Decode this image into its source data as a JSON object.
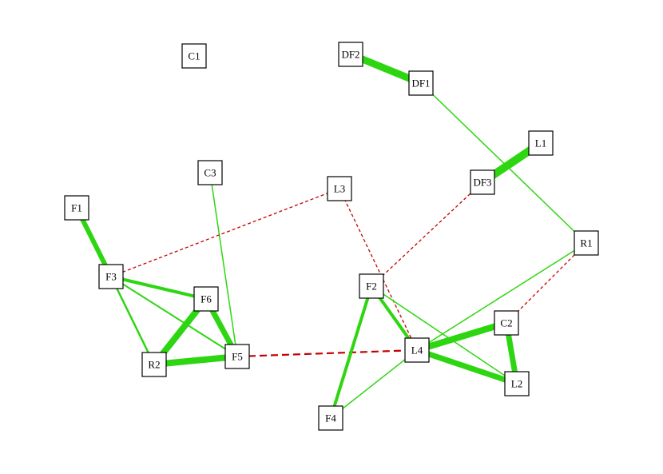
{
  "colors": {
    "positive_edge": "#2ed612",
    "negative_edge": "#c40000",
    "node_border": "#000000",
    "background": "#ffffff"
  },
  "graph": {
    "nodes": [
      {
        "id": "C1",
        "label": "C1"
      },
      {
        "id": "DF2",
        "label": "DF2"
      },
      {
        "id": "DF1",
        "label": "DF1"
      },
      {
        "id": "L1",
        "label": "L1"
      },
      {
        "id": "DF3",
        "label": "DF3"
      },
      {
        "id": "C3",
        "label": "C3"
      },
      {
        "id": "L3",
        "label": "L3"
      },
      {
        "id": "F1",
        "label": "F1"
      },
      {
        "id": "R1",
        "label": "R1"
      },
      {
        "id": "F3",
        "label": "F3"
      },
      {
        "id": "F2",
        "label": "F2"
      },
      {
        "id": "F6",
        "label": "F6"
      },
      {
        "id": "C2",
        "label": "C2"
      },
      {
        "id": "L4",
        "label": "L4"
      },
      {
        "id": "F5",
        "label": "F5"
      },
      {
        "id": "R2",
        "label": "R2"
      },
      {
        "id": "L2",
        "label": "L2"
      },
      {
        "id": "F4",
        "label": "F4"
      }
    ],
    "edges": [
      {
        "source": "DF2",
        "target": "DF1",
        "sign": "positive",
        "weight": 9
      },
      {
        "source": "DF1",
        "target": "R1",
        "sign": "positive",
        "weight": 1.5
      },
      {
        "source": "DF3",
        "target": "L1",
        "sign": "positive",
        "weight": 10
      },
      {
        "source": "DF3",
        "target": "F2",
        "sign": "negative",
        "weight": 1.3
      },
      {
        "source": "C3",
        "target": "F5",
        "sign": "positive",
        "weight": 1.5
      },
      {
        "source": "L3",
        "target": "F3",
        "sign": "negative",
        "weight": 1.3
      },
      {
        "source": "L3",
        "target": "L4",
        "sign": "negative",
        "weight": 1.3
      },
      {
        "source": "F1",
        "target": "F3",
        "sign": "positive",
        "weight": 6
      },
      {
        "source": "F3",
        "target": "F6",
        "sign": "positive",
        "weight": 4
      },
      {
        "source": "F3",
        "target": "R2",
        "sign": "positive",
        "weight": 2.5
      },
      {
        "source": "F3",
        "target": "F5",
        "sign": "positive",
        "weight": 2
      },
      {
        "source": "F6",
        "target": "R2",
        "sign": "positive",
        "weight": 8
      },
      {
        "source": "F6",
        "target": "F5",
        "sign": "positive",
        "weight": 7
      },
      {
        "source": "R2",
        "target": "F5",
        "sign": "positive",
        "weight": 8
      },
      {
        "source": "F5",
        "target": "L4",
        "sign": "negative",
        "weight": 2.2
      },
      {
        "source": "F2",
        "target": "L4",
        "sign": "positive",
        "weight": 4
      },
      {
        "source": "F2",
        "target": "F4",
        "sign": "positive",
        "weight": 4
      },
      {
        "source": "F2",
        "target": "L2",
        "sign": "positive",
        "weight": 1.5
      },
      {
        "source": "R1",
        "target": "L4",
        "sign": "positive",
        "weight": 1.5
      },
      {
        "source": "R1",
        "target": "C2",
        "sign": "negative",
        "weight": 1.3
      },
      {
        "source": "L4",
        "target": "C2",
        "sign": "positive",
        "weight": 8
      },
      {
        "source": "L4",
        "target": "L2",
        "sign": "positive",
        "weight": 7
      },
      {
        "source": "C2",
        "target": "L2",
        "sign": "positive",
        "weight": 7
      },
      {
        "source": "L4",
        "target": "F4",
        "sign": "positive",
        "weight": 1.5
      }
    ]
  }
}
